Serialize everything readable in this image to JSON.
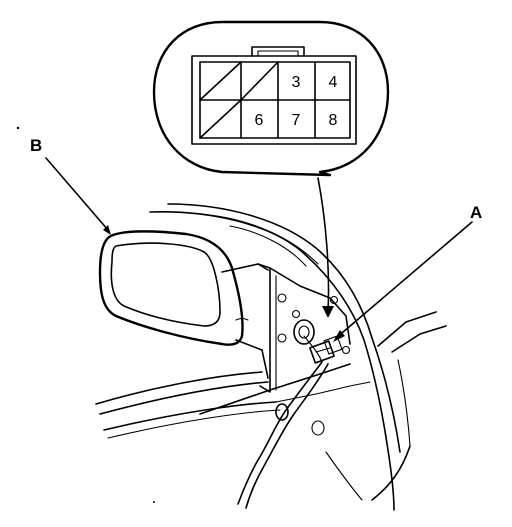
{
  "connector": {
    "pins": [
      {
        "id": "3",
        "label": "3",
        "unused": false
      },
      {
        "id": "4",
        "label": "4",
        "unused": false
      },
      {
        "id": "6",
        "label": "6",
        "unused": false
      },
      {
        "id": "7",
        "label": "7",
        "unused": false
      },
      {
        "id": "8",
        "label": "8",
        "unused": false
      }
    ],
    "unused_cavities": 3
  },
  "callouts": {
    "a": "A",
    "b": "B"
  }
}
